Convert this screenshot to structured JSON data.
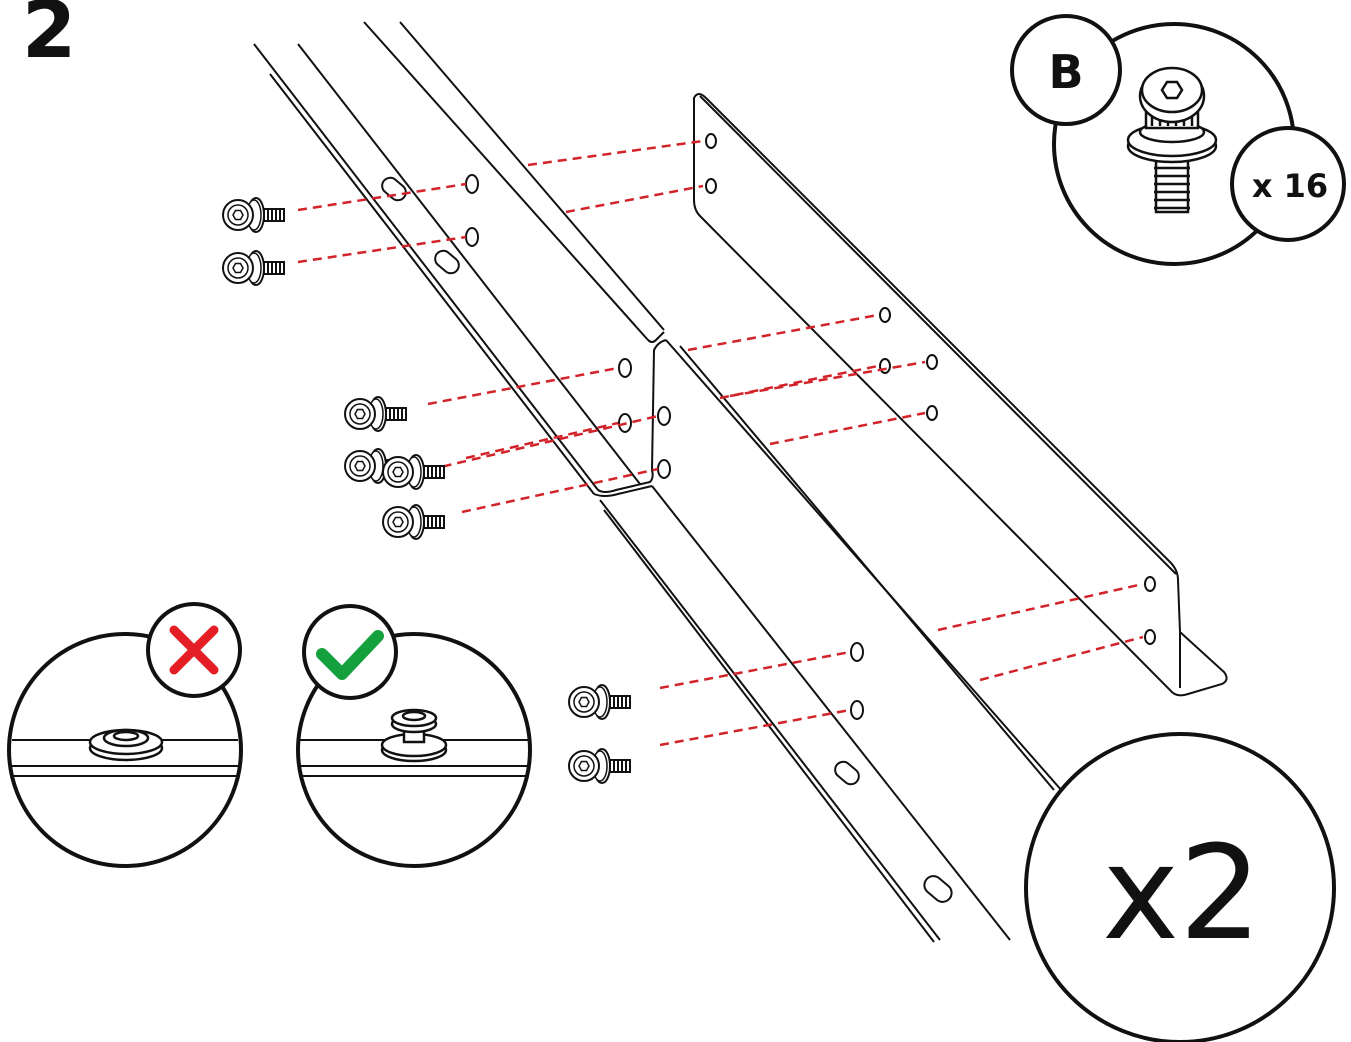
{
  "step": {
    "number": "2"
  },
  "hardware": {
    "part_letter": "B",
    "quantity": "x 16"
  },
  "assembly": {
    "multiplier": "x2"
  },
  "colors": {
    "line": "#111111",
    "dash": "#d2232a",
    "wrong": "#e31e24",
    "correct": "#14a03c"
  },
  "icons": {
    "incorrect": "cross-mark-icon",
    "correct": "check-mark-icon",
    "bolt": "hex-socket-bolt-icon"
  }
}
